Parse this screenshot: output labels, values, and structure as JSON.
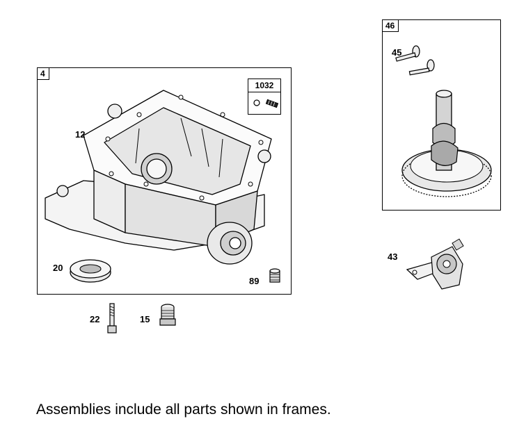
{
  "assembly_4": {
    "tag": "4"
  },
  "assembly_46": {
    "tag": "46"
  },
  "kit_1032": {
    "tag": "1032"
  },
  "callouts": {
    "c12": "12",
    "c20": "20",
    "c89": "89",
    "c45": "45",
    "c43": "43",
    "c22": "22",
    "c15": "15"
  },
  "caption": "Assemblies include all parts shown in frames."
}
